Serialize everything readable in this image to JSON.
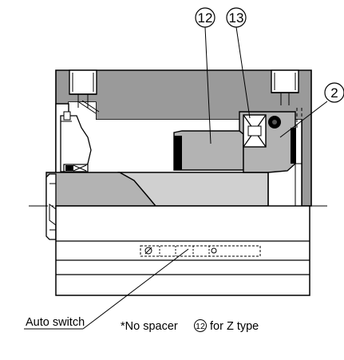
{
  "callouts": [
    {
      "id": "spacer",
      "number": "12"
    },
    {
      "id": "part-13",
      "number": "13"
    },
    {
      "id": "part-2",
      "number": "2"
    }
  ],
  "labels": {
    "auto_switch": "Auto switch",
    "footnote_prefix": "*No spacer",
    "footnote_ref": "12",
    "footnote_suffix": "for Z type"
  },
  "colors": {
    "housing": "#9a9a9a",
    "piston": "#b3b3b3",
    "rod": "#d0d0d0",
    "line": "#000000",
    "background": "#ffffff"
  }
}
